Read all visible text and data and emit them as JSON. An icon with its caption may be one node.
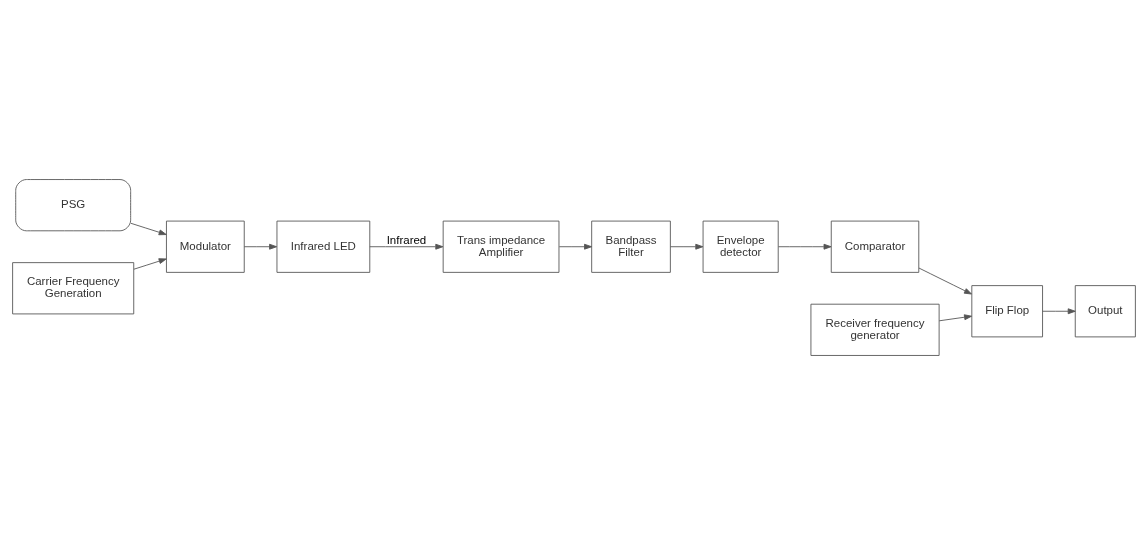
{
  "diagram": {
    "nodes": [
      {
        "text": [
          "PSG"
        ]
      },
      {
        "text": [
          "Modulator"
        ]
      },
      {
        "text": [
          "Infrared LED"
        ]
      },
      {
        "text": [
          "Carrier Frequency Generation"
        ]
      },
      {
        "text": [
          "Trans impedance Amplifier"
        ]
      },
      {
        "text": [
          "Bandpass Filter"
        ]
      },
      {
        "text": [
          "Envelope detector"
        ]
      },
      {
        "text": [
          "Comparator"
        ]
      },
      {
        "text": [
          "Flip Flop"
        ]
      },
      {
        "text": [
          "Output"
        ]
      },
      {
        "text": [
          "Receiver frequency generator"
        ]
      }
    ],
    "edges": [
      {
        "from": 0,
        "to": 1,
        "arrow": "to"
      },
      {
        "from": 3,
        "to": 1,
        "arrow": "to"
      },
      {
        "from": 1,
        "to": 2,
        "arrow": "to"
      },
      {
        "from": 2,
        "to": 4,
        "arrow": "to",
        "label": "Infrared"
      },
      {
        "from": 4,
        "to": 5,
        "arrow": "to"
      },
      {
        "from": 5,
        "to": 6,
        "arrow": "to"
      },
      {
        "from": 6,
        "to": 7,
        "arrow": "to"
      },
      {
        "from": 7,
        "to": 8,
        "arrow": "to"
      },
      {
        "from": 8,
        "to": 9,
        "arrow": "to"
      },
      {
        "from": 10,
        "to": 8,
        "arrow": "to"
      }
    ]
  }
}
